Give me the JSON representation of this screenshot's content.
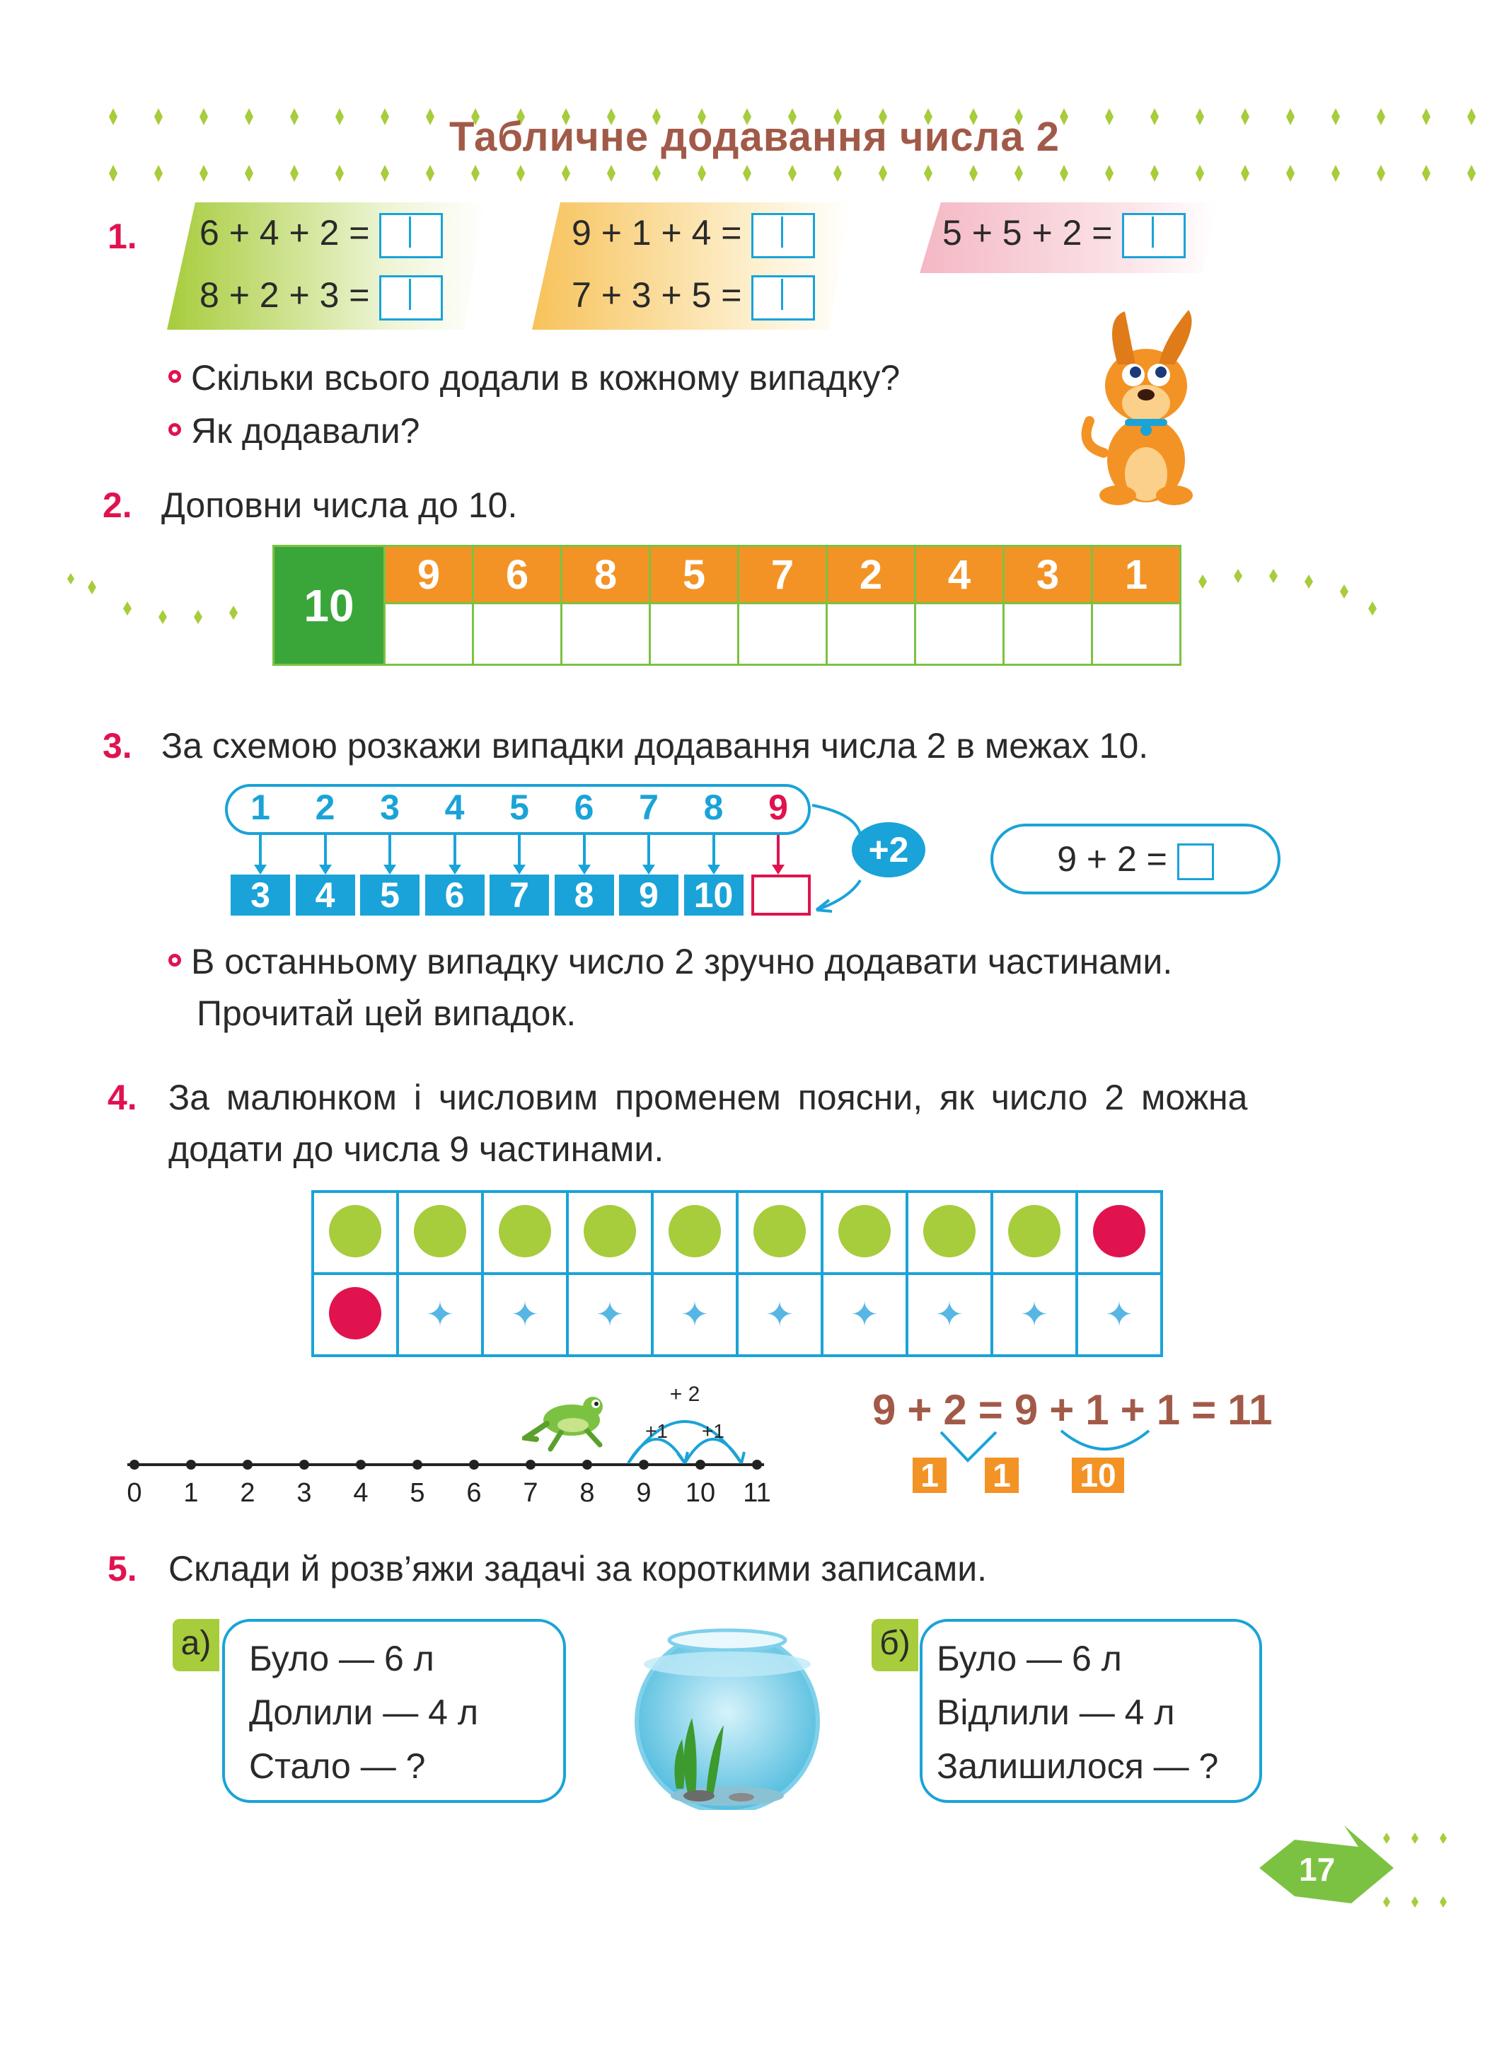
{
  "title": "Табличне додавання числа 2",
  "page_number": "17",
  "colors": {
    "accent_red": "#e0134f",
    "accent_blue": "#1aa3d8",
    "orange": "#f39325",
    "green": "#3aa63a",
    "light_green": "#a7cc3c",
    "title_brown": "#a25a48"
  },
  "task1": {
    "number": "1.",
    "expressions": [
      "6 + 4 + 2 =",
      "8 + 2 + 3 =",
      "9 + 1 + 4 =",
      "7 + 3 + 5 =",
      "5 + 5 + 2 ="
    ],
    "questions": [
      "Скільки всього додали в кожному випадку?",
      "Як додавали?"
    ]
  },
  "task2": {
    "number": "2.",
    "instruction": "Доповни числа до 10.",
    "target": "10",
    "numbers": [
      "9",
      "6",
      "8",
      "5",
      "7",
      "2",
      "4",
      "3",
      "1"
    ]
  },
  "task3": {
    "number": "3.",
    "instruction": "За схемою розкажи випадки додавання числа 2 в межах 10.",
    "sequence": [
      "1",
      "2",
      "3",
      "4",
      "5",
      "6",
      "7",
      "8",
      "9"
    ],
    "results": [
      "3",
      "4",
      "5",
      "6",
      "7",
      "8",
      "9",
      "10"
    ],
    "plus_label": "+2",
    "equation": "9 + 2 =",
    "note_line1": "В останньому випадку число 2 зручно додавати частинами.",
    "note_line2": "Прочитай цей випадок."
  },
  "task4": {
    "number": "4.",
    "instruction_line1": "За малюнком і числовим променем поясни, як число 2 можна",
    "instruction_line2": "додати до числа 9 частинами.",
    "grid_top": [
      "green",
      "green",
      "green",
      "green",
      "green",
      "green",
      "green",
      "green",
      "green",
      "red"
    ],
    "grid_bottom": [
      "red",
      "star",
      "star",
      "star",
      "star",
      "star",
      "star",
      "star",
      "star",
      "star"
    ],
    "number_line": [
      "0",
      "1",
      "2",
      "3",
      "4",
      "5",
      "6",
      "7",
      "8",
      "9",
      "10",
      "11"
    ],
    "jump_big": "+ 2",
    "jump_small": [
      "+1",
      "+1"
    ],
    "equation_parts": [
      "9",
      "+",
      "2",
      "=",
      "9",
      "+",
      "1",
      "+",
      "1",
      "=",
      "11"
    ],
    "split_boxes": [
      "1",
      "1",
      "10"
    ]
  },
  "task5": {
    "number": "5.",
    "instruction": "Склади й розв’яжи задачі за короткими записами.",
    "a": {
      "label": "а)",
      "lines": [
        "Було — 6 л",
        "Долили — 4 л",
        "Стало — ?"
      ]
    },
    "b": {
      "label": "б)",
      "lines": [
        "Було — 6 л",
        "Відлили — 4 л",
        "Залишилося — ?"
      ]
    }
  }
}
